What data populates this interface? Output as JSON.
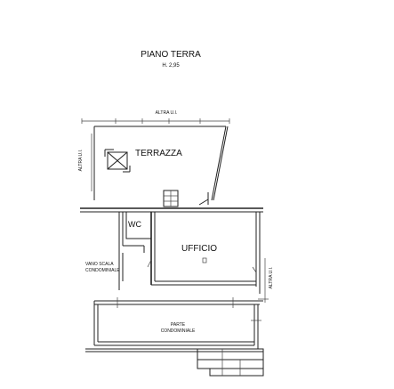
{
  "title": "PIANO TERRA",
  "height_note": "H. 2,95",
  "labels": {
    "altra_top": "ALTRA U.I.",
    "altra_left": "ALTRA U.I.",
    "altra_right": "ALTRA U.I.",
    "terrazza": "TERRAZZA",
    "wc": "WC",
    "ufficio": "UFFICIO",
    "vano_scala_1": "VANO SCALA",
    "vano_scala_2": "CONDOMINIALE",
    "parte_1": "PARTE",
    "parte_2": "CONDOMINIALE"
  }
}
